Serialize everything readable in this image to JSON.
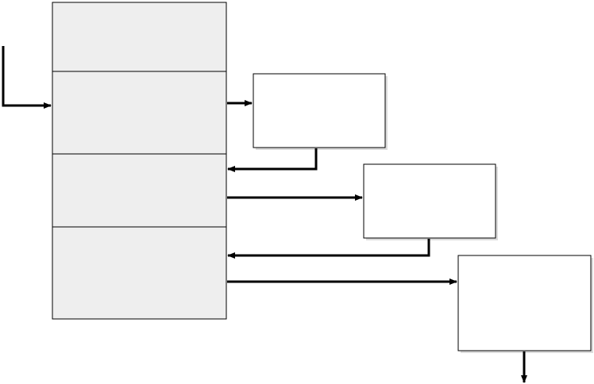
{
  "diagram": {
    "stack": {
      "segments": [
        {
          "id": "segment-1",
          "text": ""
        },
        {
          "id": "segment-2",
          "text": ""
        },
        {
          "id": "segment-3",
          "text": ""
        },
        {
          "id": "segment-4",
          "text": ""
        }
      ]
    },
    "boxes": [
      {
        "id": "box-1",
        "text": ""
      },
      {
        "id": "box-2",
        "text": ""
      },
      {
        "id": "box-3",
        "text": ""
      }
    ]
  },
  "colors": {
    "stack_fill": "#eeeeee",
    "box_fill": "#ffffff",
    "stroke": "#000000",
    "shadow": "#9a9a9a"
  }
}
